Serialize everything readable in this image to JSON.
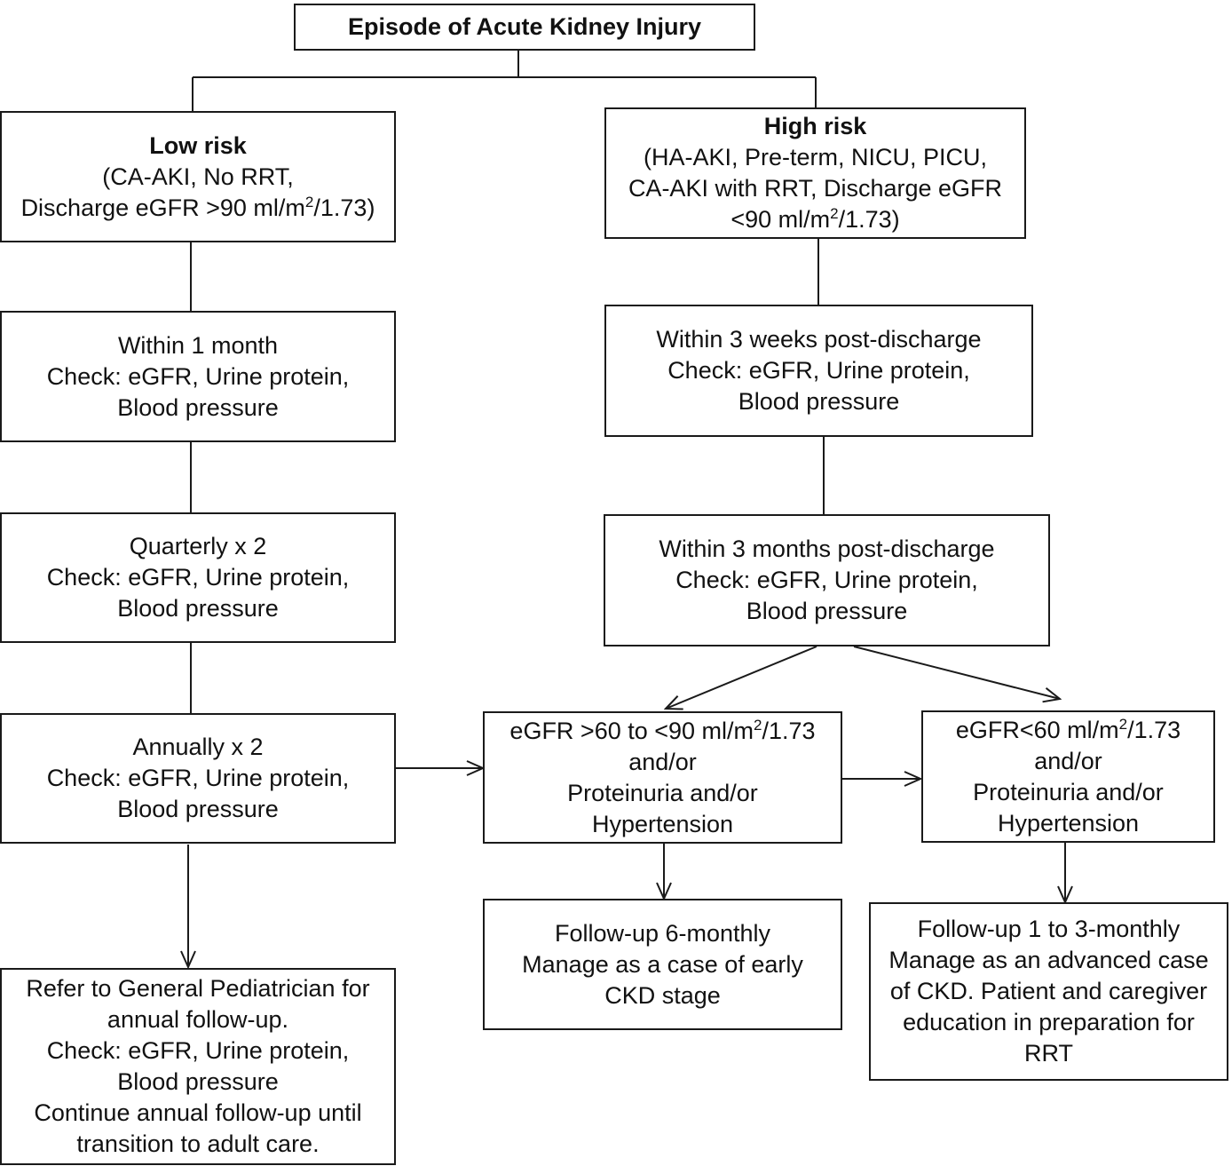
{
  "nodes": {
    "episode": {
      "title": "Episode of Acute Kidney Injury"
    },
    "low_risk": {
      "title": "Low risk",
      "line1": "(CA-AKI, No RRT,",
      "line2_pre": "Discharge eGFR >90 ml/m",
      "line2_sup": "2",
      "line2_post": "/1.73)"
    },
    "high_risk": {
      "title": "High risk",
      "line1": "(HA-AKI, Pre-term, NICU, PICU,",
      "line2": "CA-AKI with RRT, Discharge eGFR",
      "line3_pre": "<90 ml/m",
      "line3_sup": "2",
      "line3_post": "/1.73)"
    },
    "low_1": {
      "lines": [
        "Within 1 month",
        "Check: eGFR, Urine protein,",
        "Blood pressure"
      ]
    },
    "low_2": {
      "lines": [
        "Quarterly x 2",
        "Check: eGFR, Urine protein,",
        "Blood pressure"
      ]
    },
    "low_3": {
      "lines": [
        "Annually x 2",
        "Check: eGFR, Urine protein,",
        "Blood pressure"
      ]
    },
    "low_refer": {
      "lines": [
        "Refer to General Pediatrician for",
        "annual follow-up.",
        "Check: eGFR, Urine protein,",
        "Blood pressure",
        "Continue annual follow-up until",
        "transition to adult care."
      ]
    },
    "high_1": {
      "lines": [
        "Within 3 weeks post-discharge",
        "Check: eGFR, Urine protein,",
        "Blood pressure"
      ]
    },
    "high_2": {
      "lines": [
        "Within 3 months post-discharge",
        "Check: eGFR, Urine protein,",
        "Blood pressure"
      ]
    },
    "mid_egfr": {
      "line1_pre": "eGFR >60 to <90 ml/m",
      "line1_sup": "2",
      "line1_post": "/1.73",
      "lines": [
        "and/or",
        "Proteinuria and/or",
        "Hypertension"
      ]
    },
    "low_egfr": {
      "line1_pre": "eGFR<60 ml/m",
      "line1_sup": "2",
      "line1_post": "/1.73",
      "lines": [
        "and/or",
        "Proteinuria and/or",
        "Hypertension"
      ]
    },
    "follow_6": {
      "lines": [
        "Follow-up 6-monthly",
        "Manage as a case of early",
        "CKD stage"
      ]
    },
    "follow_1_3": {
      "lines": [
        "Follow-up 1 to 3-monthly",
        "Manage as an advanced case",
        "of CKD. Patient and caregiver",
        "education in preparation for",
        "RRT"
      ]
    }
  }
}
